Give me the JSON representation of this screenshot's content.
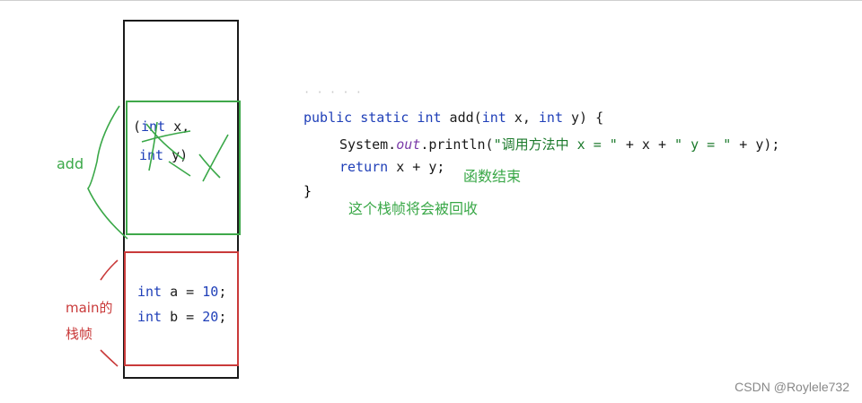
{
  "stack": {
    "add_label": "add",
    "main_label_line1": "main的",
    "main_label_line2": "栈帧",
    "add_params": {
      "p1_open": "(",
      "p1_type": "int",
      "p1_name": " x,",
      "p2_type": "int",
      "p2_name": " y)"
    },
    "main_vars": [
      {
        "type": "int",
        "name": " a = ",
        "value": "10",
        "end": ";"
      },
      {
        "type": "int",
        "name": " b = ",
        "value": "20",
        "end": ";"
      }
    ]
  },
  "code": {
    "faded_header": "· · · · ·",
    "line1": {
      "k1": "public",
      "k2": " static",
      "k3": " int",
      "name": " add(",
      "t1": "int",
      "a1": " x, ",
      "t2": "int",
      "a2": " y) {"
    },
    "line2": {
      "pre": "System.",
      "field": "out",
      "call": ".println(",
      "s1": "\"调用方法中 x = \"",
      "mid1": " + x + ",
      "s2": "\" y = \"",
      "mid2": " + y);"
    },
    "line3": {
      "kw": "return",
      "rest": " x + y;"
    },
    "line4": "}"
  },
  "annotations": {
    "func_end": "函数结束",
    "frame_recycled": "这个栈帧将会被回收"
  },
  "watermark": "CSDN @Roylele732",
  "colors": {
    "green": "#3aa848",
    "red": "#c93a3a",
    "keyword": "#1f3fb8",
    "string": "#1c7a2c"
  }
}
